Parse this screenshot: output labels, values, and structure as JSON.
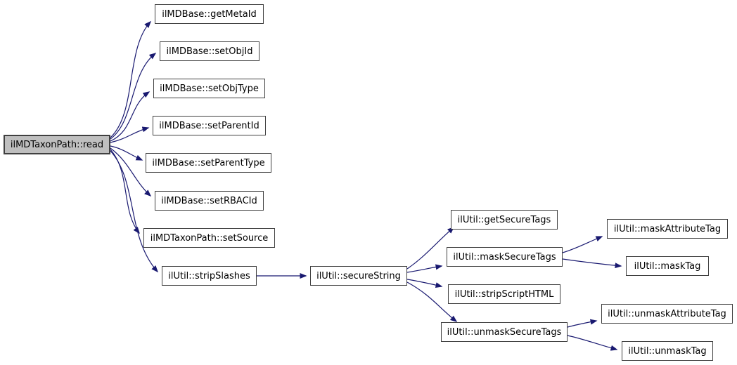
{
  "diagram": {
    "type": "call-graph",
    "edge_color": "#191970",
    "node_border_color": "#404040",
    "node_fill": "#ffffff",
    "root_node_fill": "#bfbfbf",
    "nodes": [
      {
        "id": "read",
        "label": "ilMDTaxonPath::read",
        "highlighted": true
      },
      {
        "id": "getMetaId",
        "label": "ilMDBase::getMetaId",
        "highlighted": false
      },
      {
        "id": "setObjId",
        "label": "ilMDBase::setObjId",
        "highlighted": false
      },
      {
        "id": "setObjType",
        "label": "ilMDBase::setObjType",
        "highlighted": false
      },
      {
        "id": "setParentId",
        "label": "ilMDBase::setParentId",
        "highlighted": false
      },
      {
        "id": "setParentType",
        "label": "ilMDBase::setParentType",
        "highlighted": false
      },
      {
        "id": "setRBACId",
        "label": "ilMDBase::setRBACId",
        "highlighted": false
      },
      {
        "id": "setSource",
        "label": "ilMDTaxonPath::setSource",
        "highlighted": false
      },
      {
        "id": "stripSlashes",
        "label": "ilUtil::stripSlashes",
        "highlighted": false
      },
      {
        "id": "secureString",
        "label": "ilUtil::secureString",
        "highlighted": false
      },
      {
        "id": "getSecureTags",
        "label": "ilUtil::getSecureTags",
        "highlighted": false
      },
      {
        "id": "maskSecureTags",
        "label": "ilUtil::maskSecureTags",
        "highlighted": false
      },
      {
        "id": "stripScriptHTML",
        "label": "ilUtil::stripScriptHTML",
        "highlighted": false
      },
      {
        "id": "unmaskSecureTags",
        "label": "ilUtil::unmaskSecureTags",
        "highlighted": false
      },
      {
        "id": "maskAttributeTag",
        "label": "ilUtil::maskAttributeTag",
        "highlighted": false
      },
      {
        "id": "maskTag",
        "label": "ilUtil::maskTag",
        "highlighted": false
      },
      {
        "id": "unmaskAttributeTag",
        "label": "ilUtil::unmaskAttributeTag",
        "highlighted": false
      },
      {
        "id": "unmaskTag",
        "label": "ilUtil::unmaskTag",
        "highlighted": false
      }
    ],
    "edges": [
      {
        "from": "ilMDTaxonPath::read",
        "to": "ilMDBase::getMetaId"
      },
      {
        "from": "ilMDTaxonPath::read",
        "to": "ilMDBase::setObjId"
      },
      {
        "from": "ilMDTaxonPath::read",
        "to": "ilMDBase::setObjType"
      },
      {
        "from": "ilMDTaxonPath::read",
        "to": "ilMDBase::setParentId"
      },
      {
        "from": "ilMDTaxonPath::read",
        "to": "ilMDBase::setParentType"
      },
      {
        "from": "ilMDTaxonPath::read",
        "to": "ilMDBase::setRBACId"
      },
      {
        "from": "ilMDTaxonPath::read",
        "to": "ilMDTaxonPath::setSource"
      },
      {
        "from": "ilMDTaxonPath::read",
        "to": "ilUtil::stripSlashes"
      },
      {
        "from": "ilUtil::stripSlashes",
        "to": "ilUtil::secureString"
      },
      {
        "from": "ilUtil::secureString",
        "to": "ilUtil::getSecureTags"
      },
      {
        "from": "ilUtil::secureString",
        "to": "ilUtil::maskSecureTags"
      },
      {
        "from": "ilUtil::secureString",
        "to": "ilUtil::stripScriptHTML"
      },
      {
        "from": "ilUtil::secureString",
        "to": "ilUtil::unmaskSecureTags"
      },
      {
        "from": "ilUtil::maskSecureTags",
        "to": "ilUtil::maskAttributeTag"
      },
      {
        "from": "ilUtil::maskSecureTags",
        "to": "ilUtil::maskTag"
      },
      {
        "from": "ilUtil::unmaskSecureTags",
        "to": "ilUtil::unmaskAttributeTag"
      },
      {
        "from": "ilUtil::unmaskSecureTags",
        "to": "ilUtil::unmaskTag"
      }
    ]
  }
}
